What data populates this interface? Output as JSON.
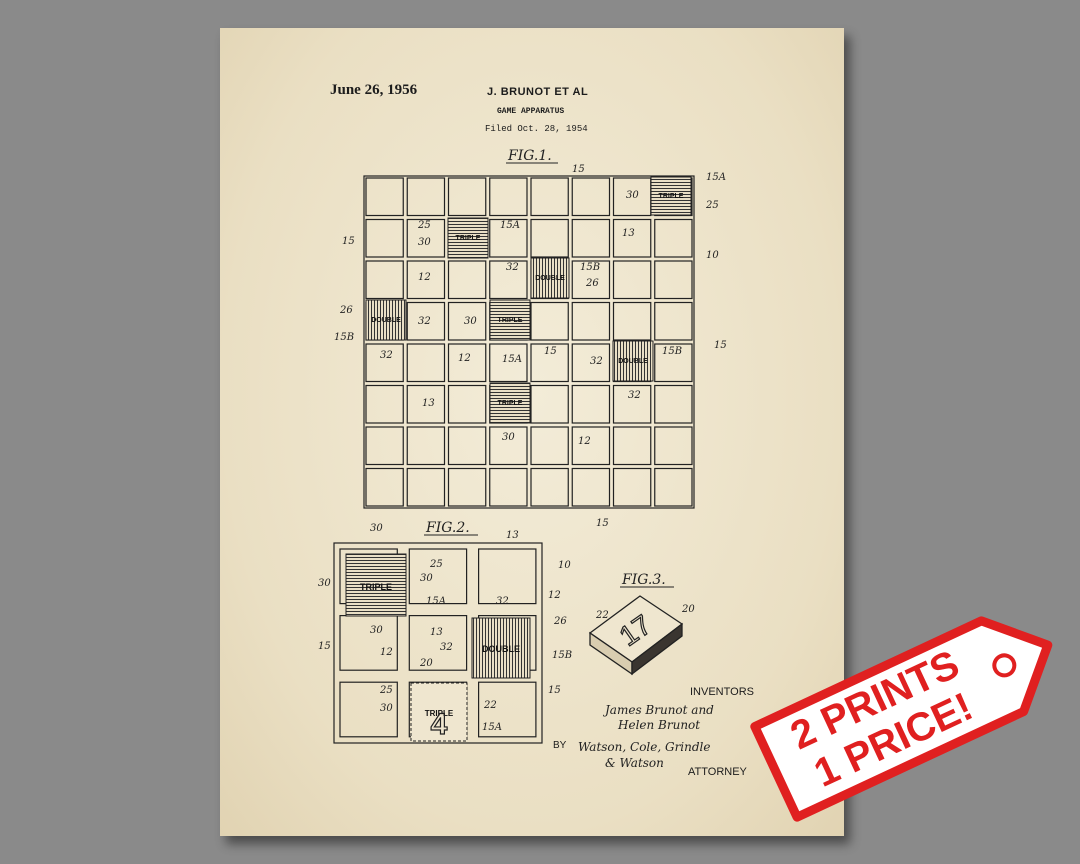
{
  "patent": {
    "date": "June 26, 1956",
    "inventor": "J. BRUNOT  ET AL",
    "title": "GAME APPARATUS",
    "filed": "Filed Oct. 28, 1954"
  },
  "figures": {
    "fig1": "FIG.1.",
    "fig2": "FIG.2.",
    "fig3": "FIG.3."
  },
  "squares": {
    "triple": "TRIPLE",
    "double": "DOUBLE",
    "tile_value": "17",
    "fig2_tile": "4"
  },
  "labels": {
    "inventors": "INVENTORS",
    "inventor_sig_1": "James Brunot and",
    "inventor_sig_2": "Helen Brunot",
    "by": "BY",
    "attorney_sig_1": "Watson, Cole, Grindle",
    "attorney_sig_2": "& Watson",
    "attorney": "ATTORNEY"
  },
  "promo": {
    "line1": "2 PRINTS",
    "line2": "1 PRICE!",
    "color": "#e02020"
  }
}
